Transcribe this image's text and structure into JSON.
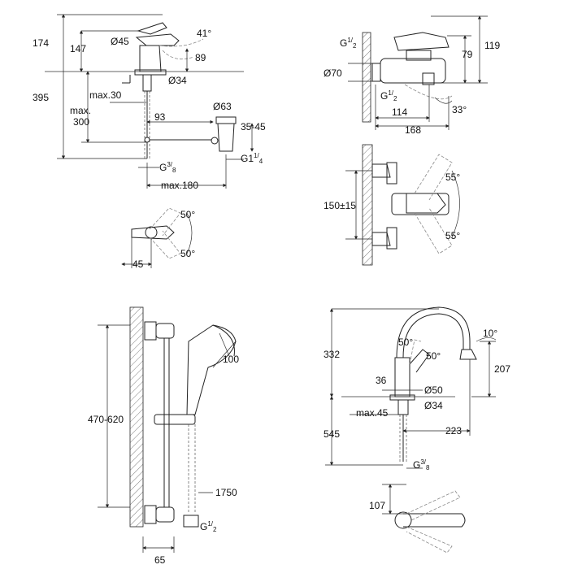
{
  "basin_mixer": {
    "dim_174": "174",
    "dim_147": "147",
    "dim_395": "395",
    "dim_max300_a": "max.",
    "dim_max300_b": "300",
    "dia_45": "Ø45",
    "angle_41": "41°",
    "dim_89": "89",
    "dia_34": "Ø34",
    "max_30": "max.30",
    "dim_93": "93",
    "dia_63": "Ø63",
    "range_35_45": "35-45",
    "thread_g114": "G1",
    "thread_g114_num": "1",
    "thread_g114_den": "4",
    "thread_g38": "G",
    "thread_g38_num": "3",
    "thread_g38_den": "8",
    "max_180": "max.180"
  },
  "basin_lever_top": {
    "angle_50_top": "50°",
    "angle_50_bottom": "50°",
    "dim_45": "45"
  },
  "bath_mixer": {
    "thread_g12_top": "G",
    "thread_g12_top_num": "1",
    "thread_g12_top_den": "2",
    "dia_70": "Ø70",
    "dim_119": "119",
    "dim_79": "79",
    "thread_g12_bottom": "G",
    "thread_g12_bottom_num": "1",
    "thread_g12_bottom_den": "2",
    "dim_114": "114",
    "angle_33": "33°",
    "dim_168": "168"
  },
  "bath_lever_side": {
    "angle_55_top": "55°",
    "dim_150": "150±15",
    "angle_55_bottom": "55°"
  },
  "shower_set": {
    "dim_470_620": "470-620",
    "dim_100": "100",
    "dim_1750": "1750",
    "thread_g12": "G",
    "thread_g12_num": "1",
    "thread_g12_den": "2",
    "dim_65": "65"
  },
  "sink_mixer": {
    "dim_332": "332",
    "angle_10": "10°",
    "angle_50_left": "50°",
    "angle_50_right": "50°",
    "dim_207": "207",
    "dim_36": "36",
    "dia_50": "Ø50",
    "dia_34": "Ø34",
    "max_45": "max.45",
    "dim_545": "545",
    "dim_223": "223",
    "thread_g38": "G",
    "thread_g38_num": "3",
    "thread_g38_den": "8",
    "dim_107": "107"
  }
}
